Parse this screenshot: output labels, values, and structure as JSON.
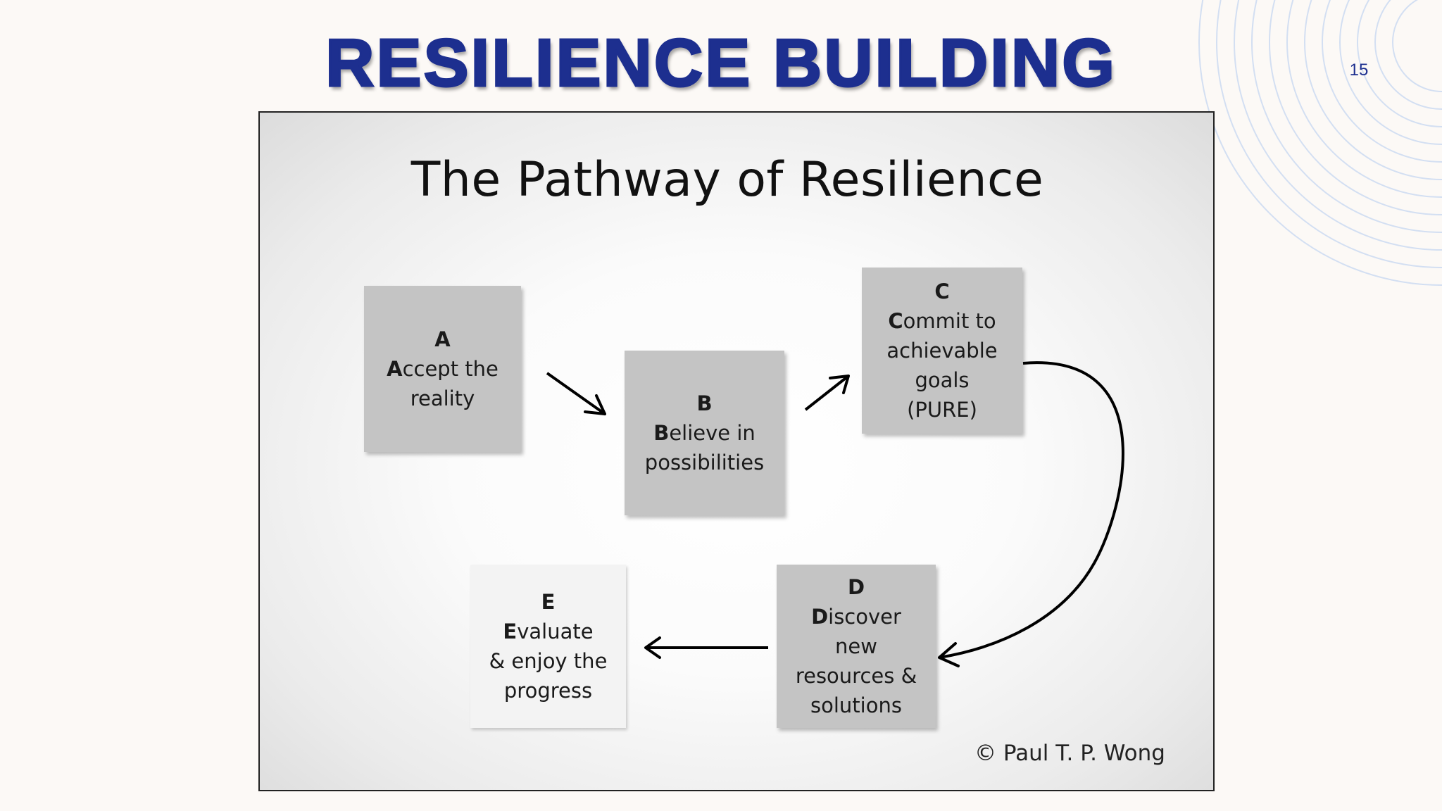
{
  "slide": {
    "title": "RESILIENCE BUILDING",
    "page_number": "15",
    "accent_color": "#1d2f8f"
  },
  "figure": {
    "title": "The Pathway of Resilience",
    "credit": "© Paul T. P. Wong",
    "steps": {
      "a": {
        "letter": "A",
        "initial": "A",
        "line1_rest": "ccept the",
        "line2": "reality"
      },
      "b": {
        "letter": "B",
        "initial": "B",
        "line1_rest": "elieve in",
        "line2": "possibilities"
      },
      "c": {
        "letter": "C",
        "initial": "C",
        "line1_rest": "ommit to",
        "line2": "achievable",
        "line3": "goals",
        "line4": "(PURE)"
      },
      "d": {
        "letter": "D",
        "initial": "D",
        "line1_rest": "iscover",
        "line2": "new",
        "line3": "resources &",
        "line4": "solutions"
      },
      "e": {
        "letter": "E",
        "initial": "E",
        "line1_rest": "valuate",
        "line2": "& enjoy the",
        "line3": "progress"
      }
    },
    "flow": [
      "A",
      "B",
      "C",
      "D",
      "E"
    ]
  }
}
